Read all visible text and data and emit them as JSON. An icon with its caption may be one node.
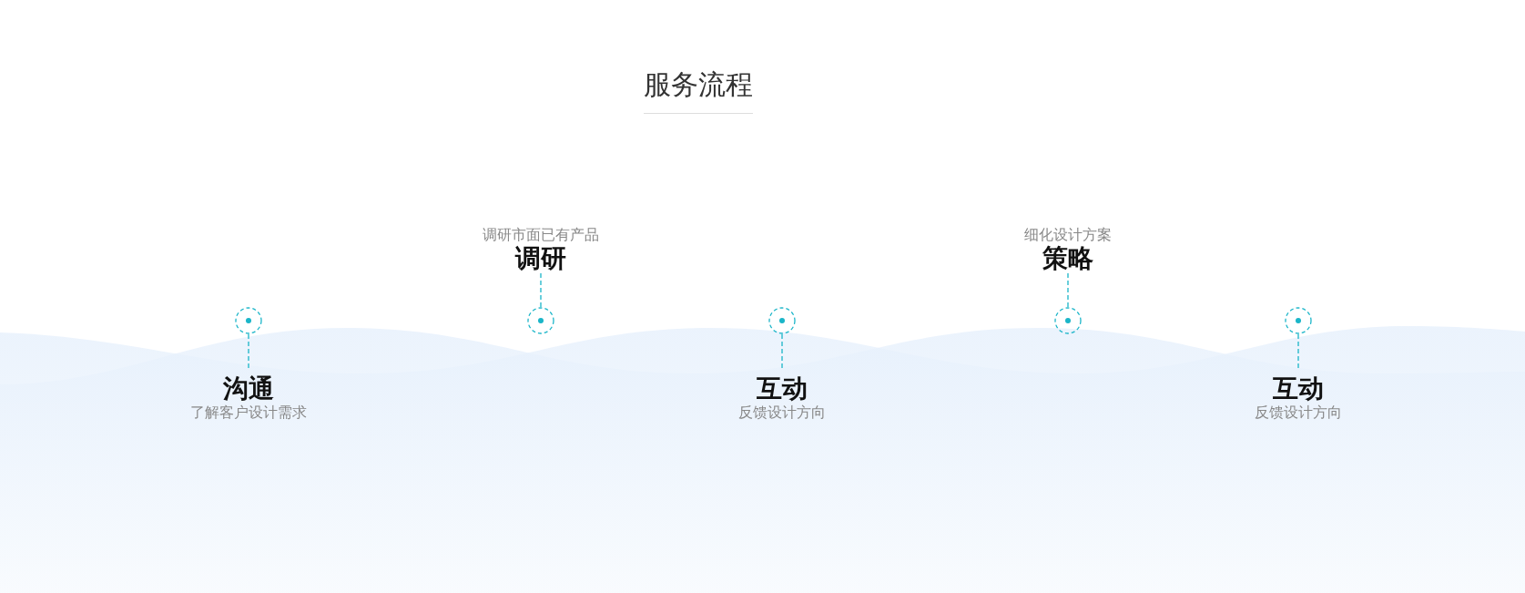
{
  "diagram": {
    "title": "服务流程",
    "nodes": [
      {
        "text": [
          "沟通",
          "了解客户设计需求"
        ]
      },
      {
        "text": [],
        "shape": "circle"
      },
      {
        "text": [
          "调研市面已有产品",
          "调研"
        ]
      },
      {
        "text": [],
        "shape": "circle"
      },
      {
        "text": [
          "互动",
          "反馈设计方向"
        ]
      },
      {
        "text": [],
        "shape": "circle"
      },
      {
        "text": [
          "细化设计方案",
          "策略"
        ]
      },
      {
        "text": [],
        "shape": "circle"
      },
      {
        "text": [
          "互动",
          "反馈设计方向"
        ]
      },
      {
        "text": [],
        "shape": "circle"
      }
    ],
    "edges": [
      {
        "from": 1,
        "to": 0,
        "arrow": "none",
        "style": "dashed"
      },
      {
        "from": 3,
        "to": 2,
        "arrow": "none",
        "style": "dashed"
      },
      {
        "from": 5,
        "to": 4,
        "arrow": "none",
        "style": "dashed"
      },
      {
        "from": 7,
        "to": 6,
        "arrow": "none",
        "style": "dashed"
      },
      {
        "from": 9,
        "to": 8,
        "arrow": "none",
        "style": "dashed"
      }
    ]
  }
}
